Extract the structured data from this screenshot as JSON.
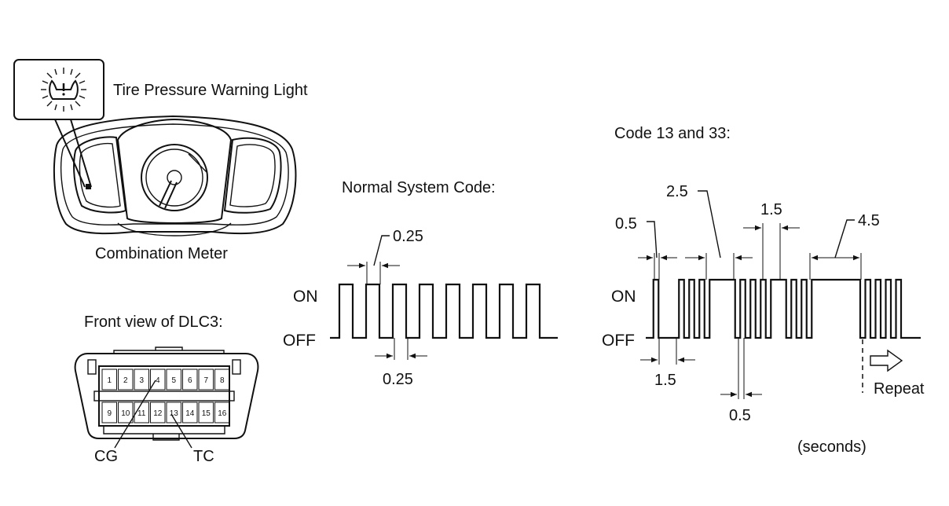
{
  "meter": {
    "warning_light_label": "Tire Pressure Warning Light",
    "caption": "Combination Meter"
  },
  "dlc3": {
    "caption": "Front view of DLC3:",
    "pins_top": [
      "1",
      "2",
      "3",
      "4",
      "5",
      "6",
      "7",
      "8"
    ],
    "pins_bottom": [
      "9",
      "10",
      "11",
      "12",
      "13",
      "14",
      "15",
      "16"
    ],
    "cg_label": "CG",
    "tc_label": "TC"
  },
  "normal": {
    "title": "Normal System Code:",
    "on_label": "ON",
    "off_label": "OFF",
    "top_dim": "0.25",
    "bottom_dim": "0.25"
  },
  "code": {
    "title": "Code 13 and 33:",
    "on_label": "ON",
    "off_label": "OFF",
    "dim_0_5_top": "0.5",
    "dim_2_5": "2.5",
    "dim_1_5_top": "1.5",
    "dim_4_5": "4.5",
    "dim_1_5_bottom": "1.5",
    "dim_0_5_bottom": "0.5",
    "repeat_label": "Repeat",
    "unit_label": "(seconds)"
  }
}
